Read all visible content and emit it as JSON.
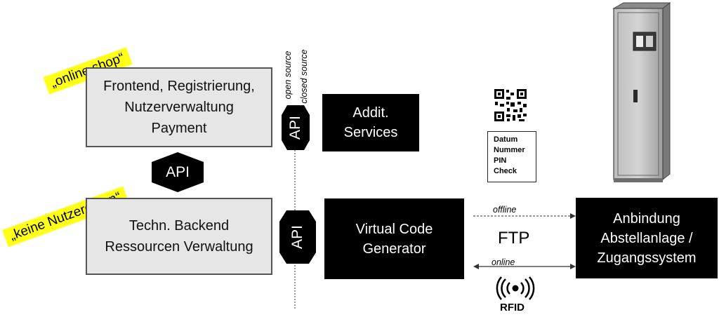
{
  "notes": {
    "online_shop": "„online shop“",
    "keine_nutzerdaten": "„keine Nutzerdaten“"
  },
  "frontend_box": {
    "line1": "Frontend, Registrierung,",
    "line2": "Nutzerverwaltung",
    "line3": "Payment"
  },
  "backend_box": {
    "line1": "Techn. Backend",
    "line2": "Ressourcen Verwaltung"
  },
  "api_labels": {
    "middle": "API",
    "upper_vertical": "API",
    "lower_vertical": "API"
  },
  "divider": {
    "left_label": "open source",
    "right_label": "closed source"
  },
  "addit_box": {
    "line1": "Addit.",
    "line2": "Services"
  },
  "vcg_box": {
    "line1": "Virtual Code",
    "line2": "Generator"
  },
  "anbindung_box": {
    "line1": "Anbindung",
    "line2": "Abstellanlage /",
    "line3": "Zugangssystem"
  },
  "ticket": {
    "lines": [
      "Datum",
      "Nummer",
      "PIN",
      "Check"
    ]
  },
  "connections": {
    "offline": "offline",
    "online": "online",
    "ftp": "FTP",
    "rfid": "RFID"
  },
  "colors": {
    "note_yellow": "#ffff1a",
    "box_grey": "#e6e6e6",
    "box_black": "#000000"
  }
}
